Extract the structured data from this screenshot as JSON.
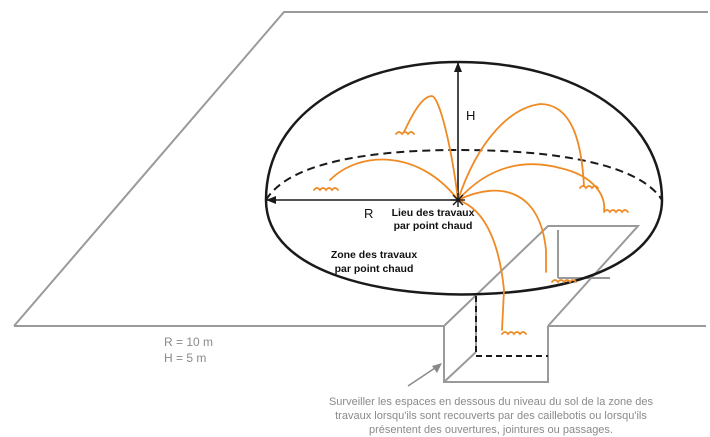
{
  "labels": {
    "R": "R",
    "H": "H",
    "lieu_line1": "Lieu des travaux",
    "lieu_line2": "par point chaud",
    "zone_line1": "Zone des travaux",
    "zone_line2": "par point chaud",
    "r_value": "R = 10 m",
    "h_value": "H = 5 m",
    "note_line1": "Surveiller les espaces en dessous du niveau du sol de la zone des",
    "note_line2": "travaux lorsqu'ils sont recouverts par des caillebotis ou lorsqu'ils",
    "note_line3": "présentent des ouvertures, jointures ou passages."
  },
  "colors": {
    "ground": "#9a9a9a",
    "outline": "#1a1a1a",
    "spark": "#f08a24",
    "note_text": "#8a8a8a"
  }
}
